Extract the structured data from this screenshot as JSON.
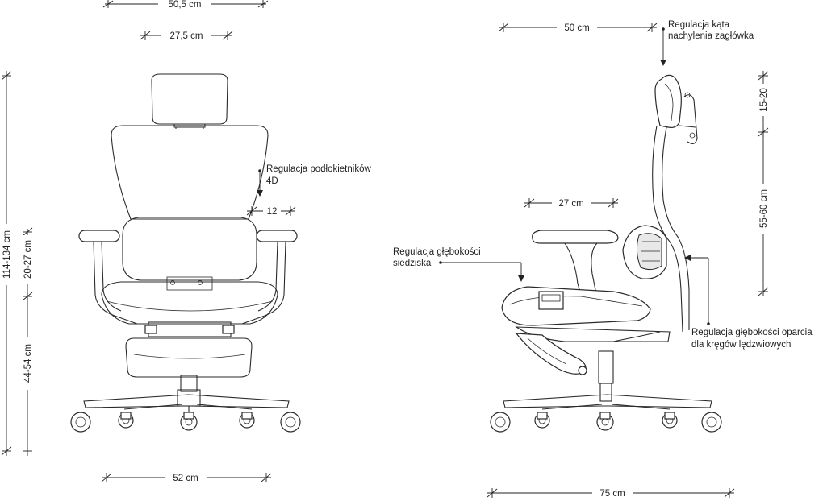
{
  "colors": {
    "line": "#2a2a2a",
    "background": "#ffffff",
    "shade": "#e8e8e8"
  },
  "front": {
    "total_width": "50,5 cm",
    "headrest_width": "27,5 cm",
    "base_width": "52 cm",
    "height_total": "114-134 cm",
    "armrest_height": "20-27 cm",
    "seat_height": "44-54 cm",
    "armrest_label_line1": "Regulacja podłokietników",
    "armrest_label_line2": "4D",
    "armrest_shift": "12"
  },
  "side": {
    "depth_top": "50 cm",
    "headrest_label_line1": "Regulacja kąta",
    "headrest_label_line2": "nachylenia zagłówka",
    "headrest_range": "15-20",
    "back_range": "55-60 cm",
    "armrest_depth": "27 cm",
    "seat_label_line1": "Regulacja głębokości",
    "seat_label_line2": "siedziska",
    "lumbar_label_line1": "Regulacja głębokości oparcia",
    "lumbar_label_line2": "dla kręgów lędzwiowych",
    "base_depth": "75 cm"
  }
}
